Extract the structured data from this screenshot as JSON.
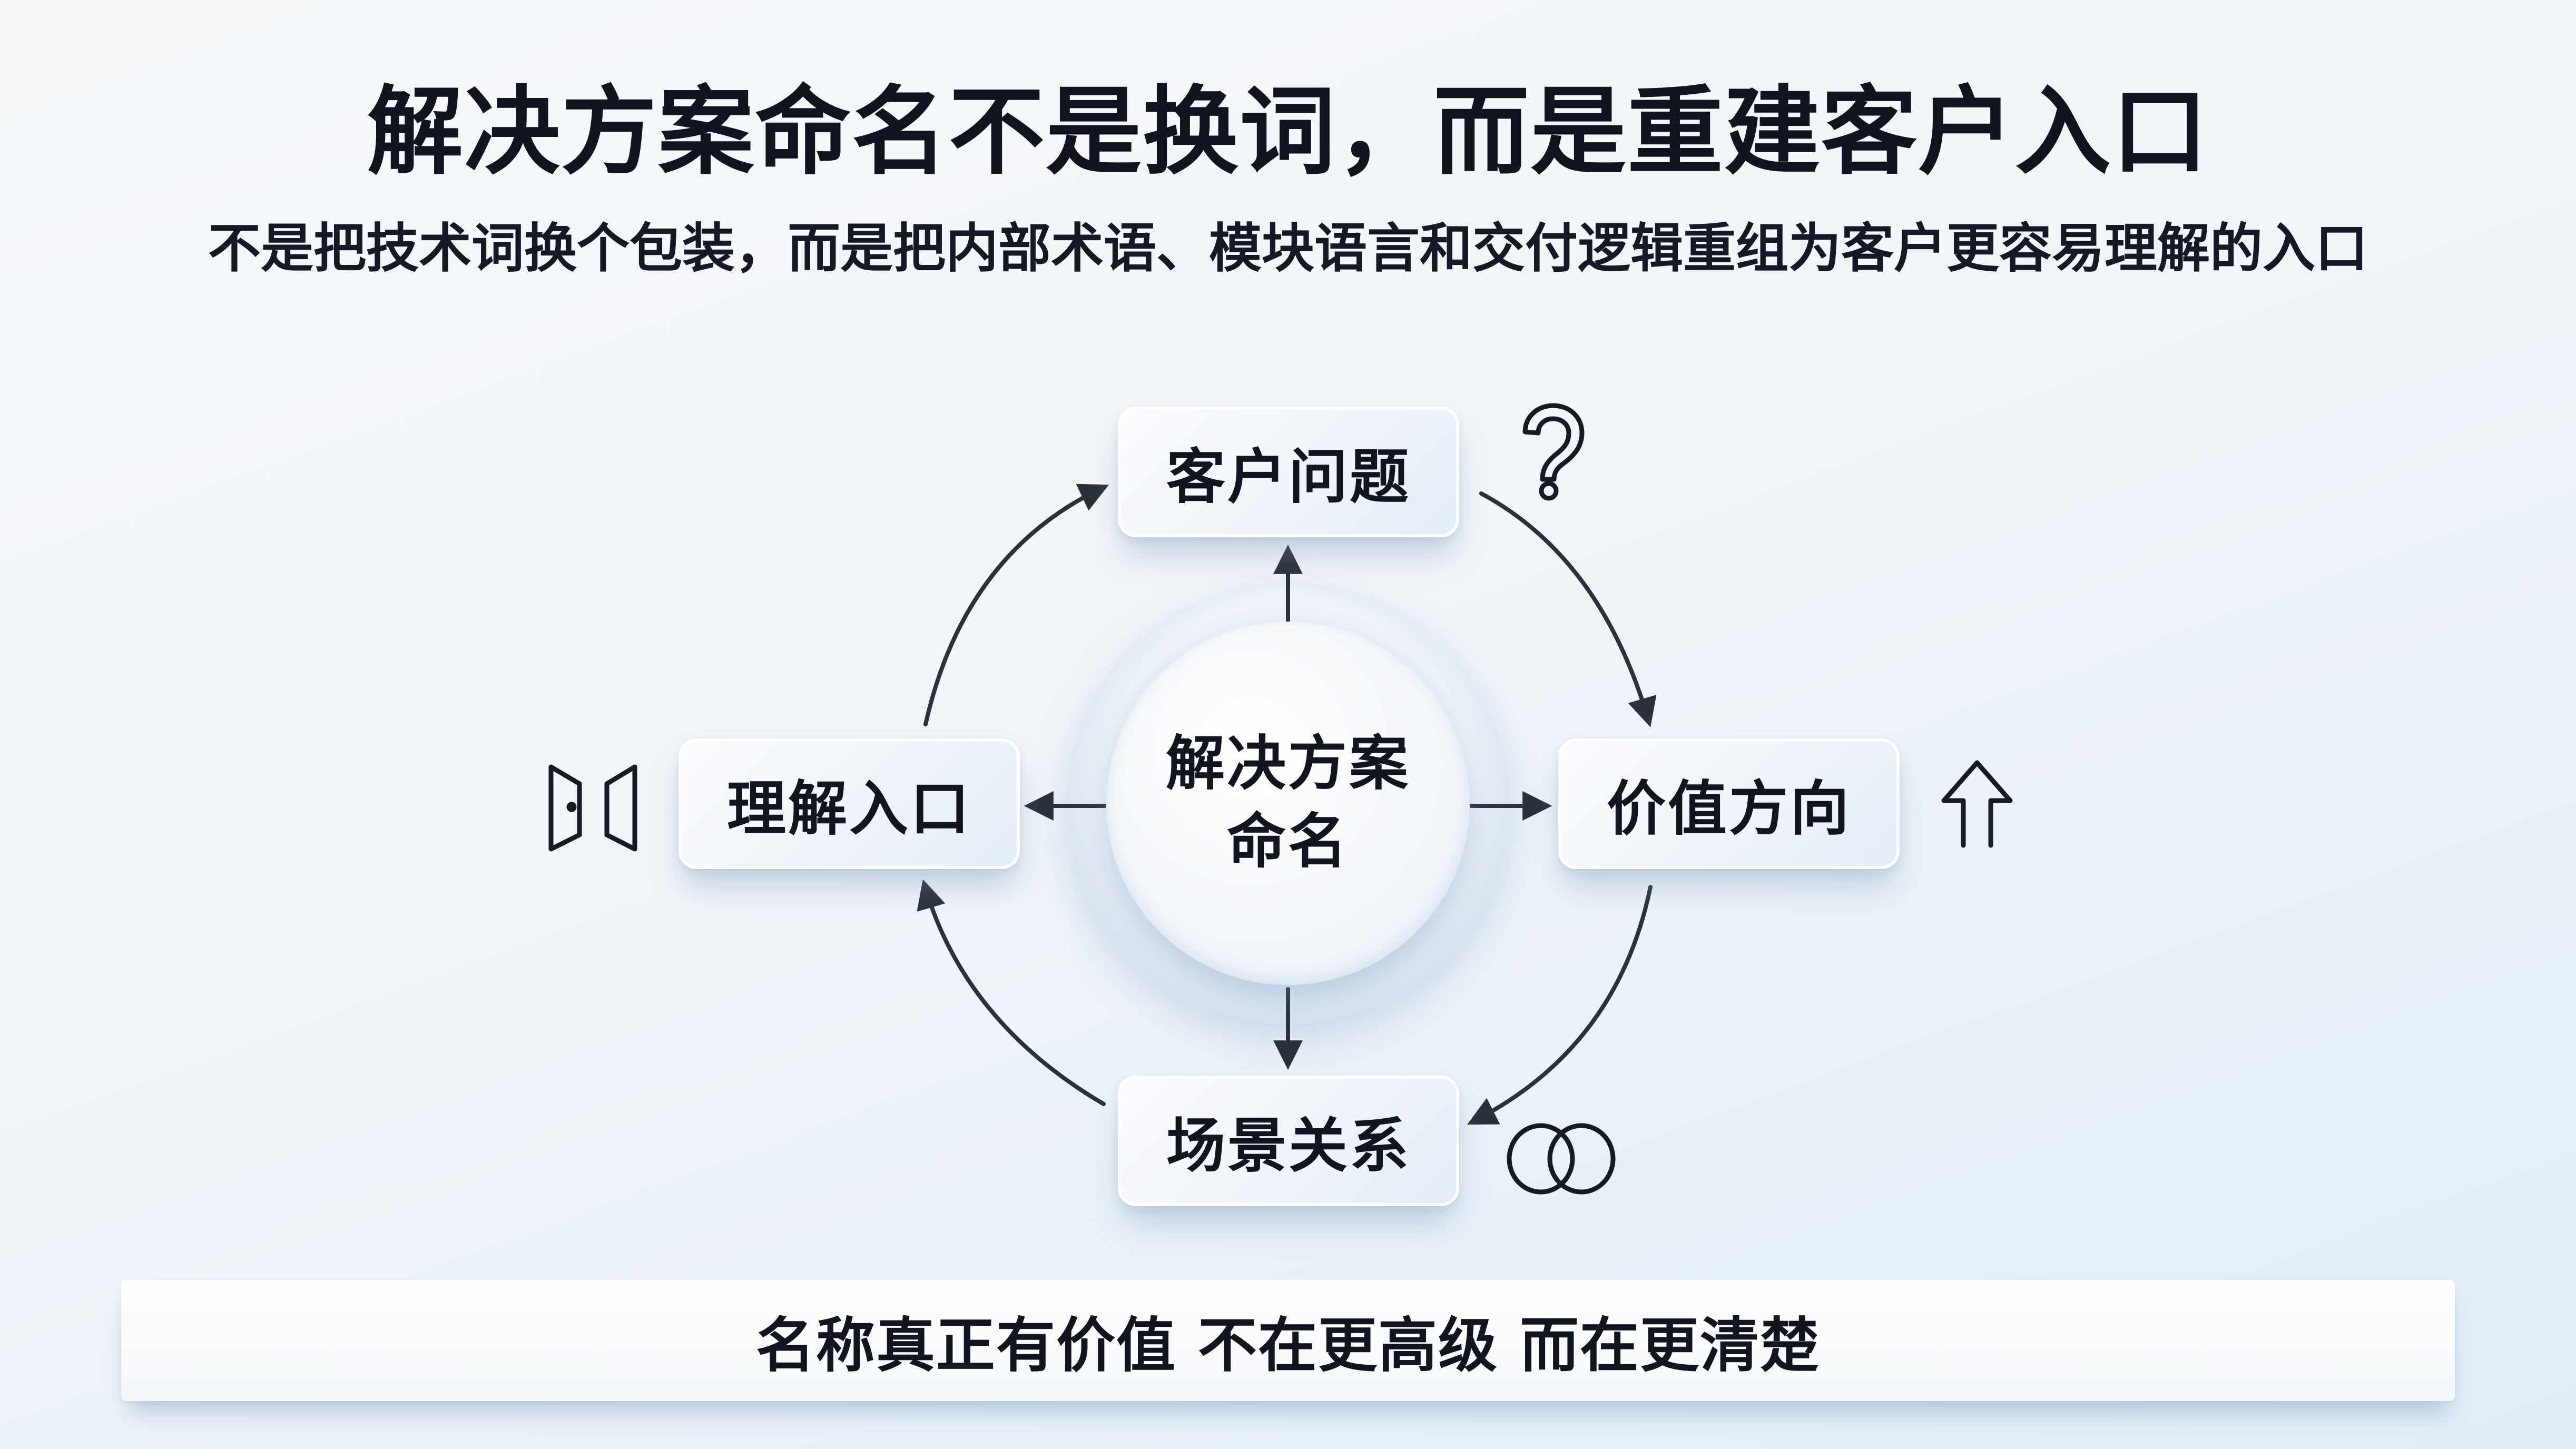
{
  "header": {
    "title": "解决方案命名不是换词，而是重建客户入口",
    "subtitle": "不是把技术词换个包装，而是把内部术语、模块语言和交付逻辑重组为客户更容易理解的入口"
  },
  "diagram": {
    "center": {
      "line1": "解决方案",
      "line2": "命名"
    },
    "nodes": {
      "top": {
        "label": "客户问题",
        "icon": "question-mark-icon"
      },
      "right": {
        "label": "价值方向",
        "icon": "up-arrow-icon"
      },
      "bottom": {
        "label": "场景关系",
        "icon": "linked-rings-icon"
      },
      "left": {
        "label": "理解入口",
        "icon": "open-door-icon"
      }
    },
    "flow": [
      "客户问题",
      "价值方向",
      "场景关系",
      "理解入口",
      "客户问题"
    ],
    "colors": {
      "stroke": "#2b313b",
      "text": "#111520",
      "node_bg": "#eef3f9",
      "shadow": "#c5d5e6"
    }
  },
  "footer": {
    "tagline": "名称真正有价值 不在更高级 而在更清楚"
  }
}
